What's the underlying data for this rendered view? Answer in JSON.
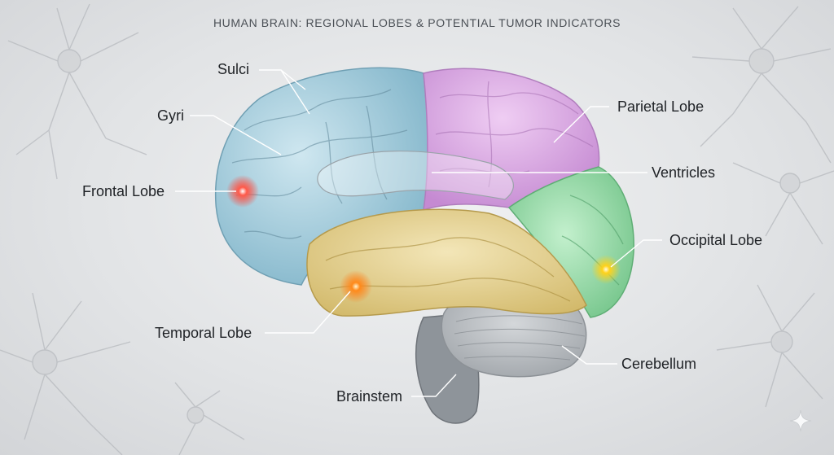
{
  "title": "HUMAN BRAIN: REGIONAL LOBES & POTENTIAL TUMOR INDICATORS",
  "labels": {
    "sulci": "Sulci",
    "gyri": "Gyri",
    "frontal_lobe": "Frontal Lobe",
    "temporal_lobe": "Temporal Lobe",
    "brainstem": "Brainstem",
    "parietal_lobe": "Parietal Lobe",
    "ventricles": "Ventricles",
    "occipital_lobe": "Occipital Lobe",
    "cerebellum": "Cerebellum"
  },
  "regions": {
    "frontal": {
      "color": "#9cc9dc"
    },
    "parietal": {
      "color": "#d7a6e0"
    },
    "temporal": {
      "color": "#e2cf8e"
    },
    "occipital": {
      "color": "#8fd6a0"
    },
    "cerebellum": {
      "color": "#b8bcc0"
    },
    "brainstem": {
      "color": "#8a9096"
    }
  },
  "tumor_indicators": [
    {
      "region": "frontal",
      "color": "#ff3b30"
    },
    {
      "region": "temporal",
      "color": "#ff7a1a"
    },
    {
      "region": "occipital",
      "color": "#ffd21a"
    }
  ],
  "icons": [
    "neuron-icon",
    "sparkle-icon"
  ]
}
